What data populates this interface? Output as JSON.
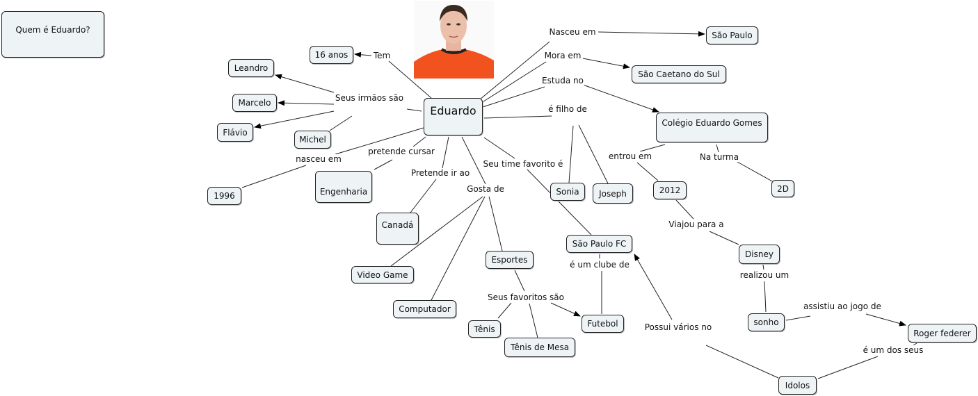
{
  "question": "Quem é Eduardo?",
  "central": "Eduardo",
  "photo_icon": "student-portrait-photo",
  "nodes": {
    "age": "16 anos",
    "leandro": "Leandro",
    "marcelo": "Marcelo",
    "flavio": "Flávio",
    "michel": "Michel",
    "year": "1996",
    "engenharia": "Engenharia",
    "canada": "Canadá",
    "videogame": "Video Game",
    "computador": "Computador",
    "esportes": "Esportes",
    "tenis": "Tênis",
    "tenis_mesa": "Tênis de Mesa",
    "futebol": "Futebol",
    "spfc": "São Paulo FC",
    "sonia": "Sonia",
    "joseph": "Joseph",
    "sao_paulo": "São Paulo",
    "sao_caetano": "São Caetano do Sul",
    "colegio": "Colégio Eduardo Gomes",
    "y2012": "2012",
    "turma": "2D",
    "disney": "Disney",
    "sonho": "sonho",
    "roger": "Roger federer",
    "idolos": "Idolos"
  },
  "links": {
    "tem": "Tem",
    "irmaos": "Seus irmãos são",
    "nasceu_em_lower": "nasceu em",
    "cursar": "pretende cursar",
    "ir_ao": "Pretende ir ao",
    "gosta": "Gosta de",
    "time": "Seu time favorito é",
    "filho": "é filho de",
    "nasceu": "Nasceu em",
    "mora": "Mora em",
    "estuda": "Estuda no",
    "entrou": "entrou em",
    "na_turma": "Na turma",
    "viajou": "Viajou para a",
    "realizou": "realizou um",
    "assistiu": "assistiu ao jogo de",
    "dos_seus": "é um dos seus",
    "possui": "Possui vários no",
    "clube": "é um clube de",
    "favoritos": "Seus favoritos são"
  },
  "colors": {
    "node_fill": "#eef3f5",
    "line": "#222222"
  }
}
